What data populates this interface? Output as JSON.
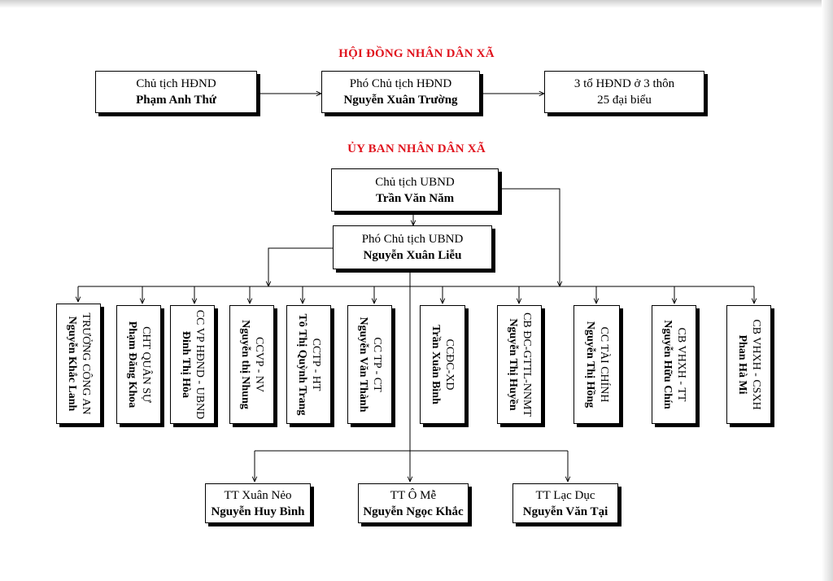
{
  "hdnd": {
    "title": "HỘI ĐỒNG NHÂN DÂN XÃ",
    "chairman": {
      "role": "Chủ tịch HĐND",
      "name": "Phạm Anh Thứ"
    },
    "vice": {
      "role": "Phó Chủ tịch HĐND",
      "name": "Nguyễn Xuân Trường"
    },
    "groups": {
      "line1": "3 tổ HĐND ở 3 thôn",
      "line2": "25 đại biểu"
    }
  },
  "ubnd": {
    "title": "ỦY BAN NHÂN DÂN XÃ",
    "chairman": {
      "role": "Chủ tịch UBND",
      "name": "Trần Văn Năm"
    },
    "vice": {
      "role": "Phó Chủ tịch UBND",
      "name": "Nguyễn Xuân Liễu"
    },
    "officers": [
      {
        "role": "TRƯỞNG CÔNG AN",
        "name": "Nguyễn Khắc Lanh"
      },
      {
        "role": "CHT QUÂN SỰ",
        "name": "Phạm Đăng Khoa"
      },
      {
        "role": "CC VP HĐND - UBND",
        "name": "Đinh Thị Hòa"
      },
      {
        "role": "CCVP - NV",
        "name": "Nguyễn thị Nhung"
      },
      {
        "role": "CCTP - HT",
        "name": "Tô Thị Quỳnh Trang"
      },
      {
        "role": "CC TP - CT",
        "name": "Nguyễn Văn Thành"
      },
      {
        "role": "CCĐC-XD",
        "name": "Trần Xuân Bình"
      },
      {
        "role": "CB ĐC-GTTL-NNMT",
        "name": "Nguyễn Thị Huyền"
      },
      {
        "role": "CC TÀI CHÍNH",
        "name": "Nguyễn Thị Hồng"
      },
      {
        "role": "CB VHXH - TT",
        "name": "Nguyễn Hữu Chín"
      },
      {
        "role": "CB VHXH - CSXH",
        "name": "Phan Hà Mi"
      }
    ],
    "villages": [
      {
        "role": "TT Xuân Nẻo",
        "name": "Nguyễn Huy Bình"
      },
      {
        "role": "TT Ô Mễ",
        "name": "Nguyễn Ngọc Khắc"
      },
      {
        "role": "TT Lạc Dục",
        "name": "Nguyễn Văn Tại"
      }
    ]
  }
}
